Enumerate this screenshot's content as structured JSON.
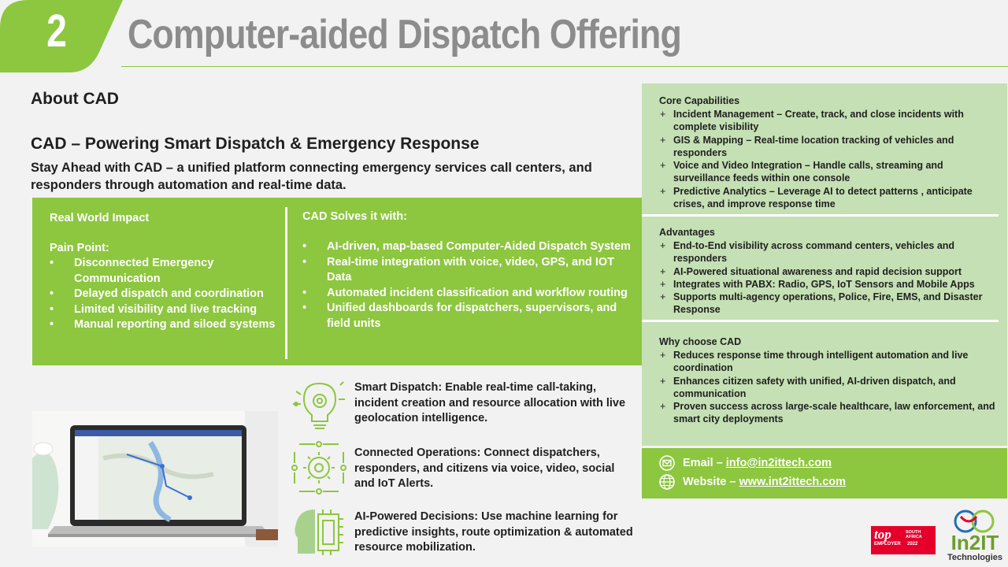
{
  "slide": {
    "number": "2",
    "title": "Computer-aided Dispatch Offering"
  },
  "about": {
    "heading": "About CAD",
    "headline": "CAD – Powering Smart Dispatch & Emergency Response",
    "intro": "Stay Ahead with CAD – a unified platform connecting emergency services call centers, and responders through automation and real-time data."
  },
  "impact": {
    "left_title": "Real World Impact",
    "pain_title": "Pain Point:",
    "pain_points": [
      "Disconnected Emergency Communication",
      "Delayed dispatch and coordination",
      "Limited visibility and live tracking",
      "Manual reporting and siloed systems"
    ],
    "right_title": "CAD Solves it with:",
    "solutions": [
      "AI-driven, map-based Computer-Aided Dispatch System",
      "Real-time integration with voice, video, GPS, and IOT Data",
      "Automated incident classification and workflow routing",
      "Unified dashboards for dispatchers, supervisors, and field units"
    ]
  },
  "features": [
    {
      "icon": "lightbulb-gear-icon",
      "text": "Smart Dispatch: Enable real-time call-taking, incident creation and resource allocation with live geolocation intelligence."
    },
    {
      "icon": "connected-gear-icon",
      "text": "Connected Operations: Connect dispatchers, responders, and citizens via voice, video, social and IoT Alerts."
    },
    {
      "icon": "ai-head-chip-icon",
      "text": "AI-Powered Decisions: Use machine learning for predictive insights, route optimization & automated resource mobilization."
    }
  ],
  "capabilities": {
    "core_title": "Core Capabilities",
    "core": [
      "Incident Management – Create, track, and close incidents with complete visibility",
      "GIS & Mapping – Real-time location tracking of vehicles and responders",
      "Voice and Video Integration – Handle calls, streaming and surveillance feeds within one console",
      "Predictive Analytics – Leverage AI to detect patterns , anticipate crises, and improve response time"
    ],
    "adv_title": "Advantages",
    "advantages": [
      "End-to-End visibility across command centers, vehicles and responders",
      "AI-Powered situational awareness and rapid decision support",
      "Integrates with PABX: Radio, GPS, IoT Sensors and Mobile Apps",
      "Supports multi-agency operations, Police, Fire, EMS, and Disaster Response"
    ],
    "why_title": "Why choose CAD",
    "why": [
      "Reduces response time through intelligent automation and live coordination",
      "Enhances citizen safety with unified, AI-driven dispatch, and communication",
      "Proven success across large-scale healthcare,  law enforcement, and smart city deployments"
    ]
  },
  "contact": {
    "email_label": "Email –",
    "email": "info@in2ittech.com",
    "website_label": "Website –",
    "website": "www.int2ittech.com"
  },
  "logos": {
    "top_employer": "top",
    "top_employer_sub": "EMPLOYER",
    "top_region": "SOUTH AFRICA",
    "top_year": "2022",
    "in2it_name": "In2IT",
    "in2it_sub": "Technologies"
  },
  "colors": {
    "accent_green": "#8dc63f",
    "light_green": "#c5e0b4",
    "title_grey": "#8c8c8c",
    "top_employer_red": "#e4002b"
  }
}
